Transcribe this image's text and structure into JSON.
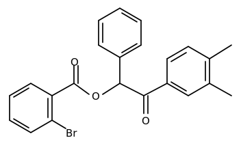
{
  "molecule": {
    "atoms": {
      "carbonyl_oxygen_ester": "O",
      "ester_oxygen": "O",
      "ketone_oxygen": "O",
      "bromine": "Br"
    },
    "colors": {
      "bonds": "#000000",
      "labels": "#000000",
      "background": "#ffffff"
    }
  }
}
